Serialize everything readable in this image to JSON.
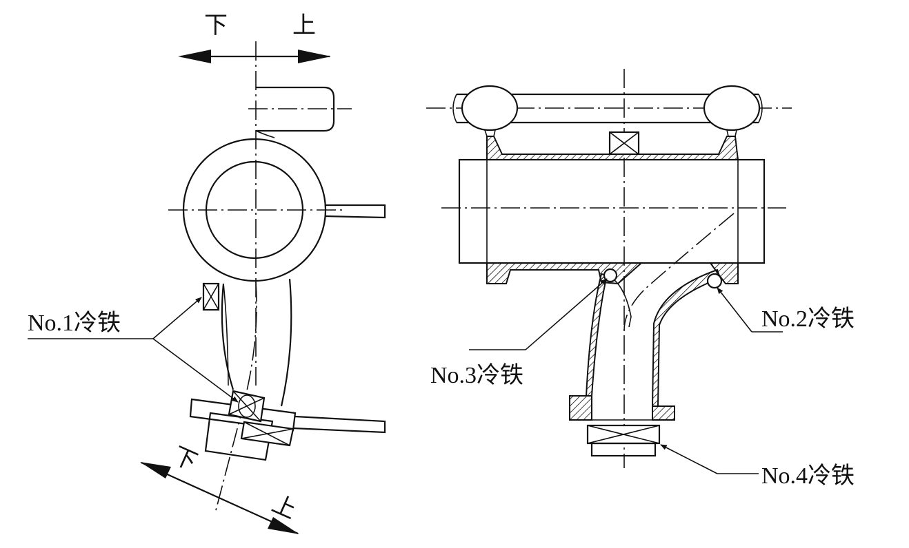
{
  "labels": {
    "chill1": "No.1冷铁",
    "chill2": "No.2冷铁",
    "chill3": "No.3冷铁",
    "chill4": "No.4冷铁"
  },
  "directions": {
    "top_down": "下",
    "top_up": "上",
    "bottom_down": "下",
    "bottom_up": "上"
  },
  "colors": {
    "line": "#111111",
    "background": "#ffffff"
  }
}
